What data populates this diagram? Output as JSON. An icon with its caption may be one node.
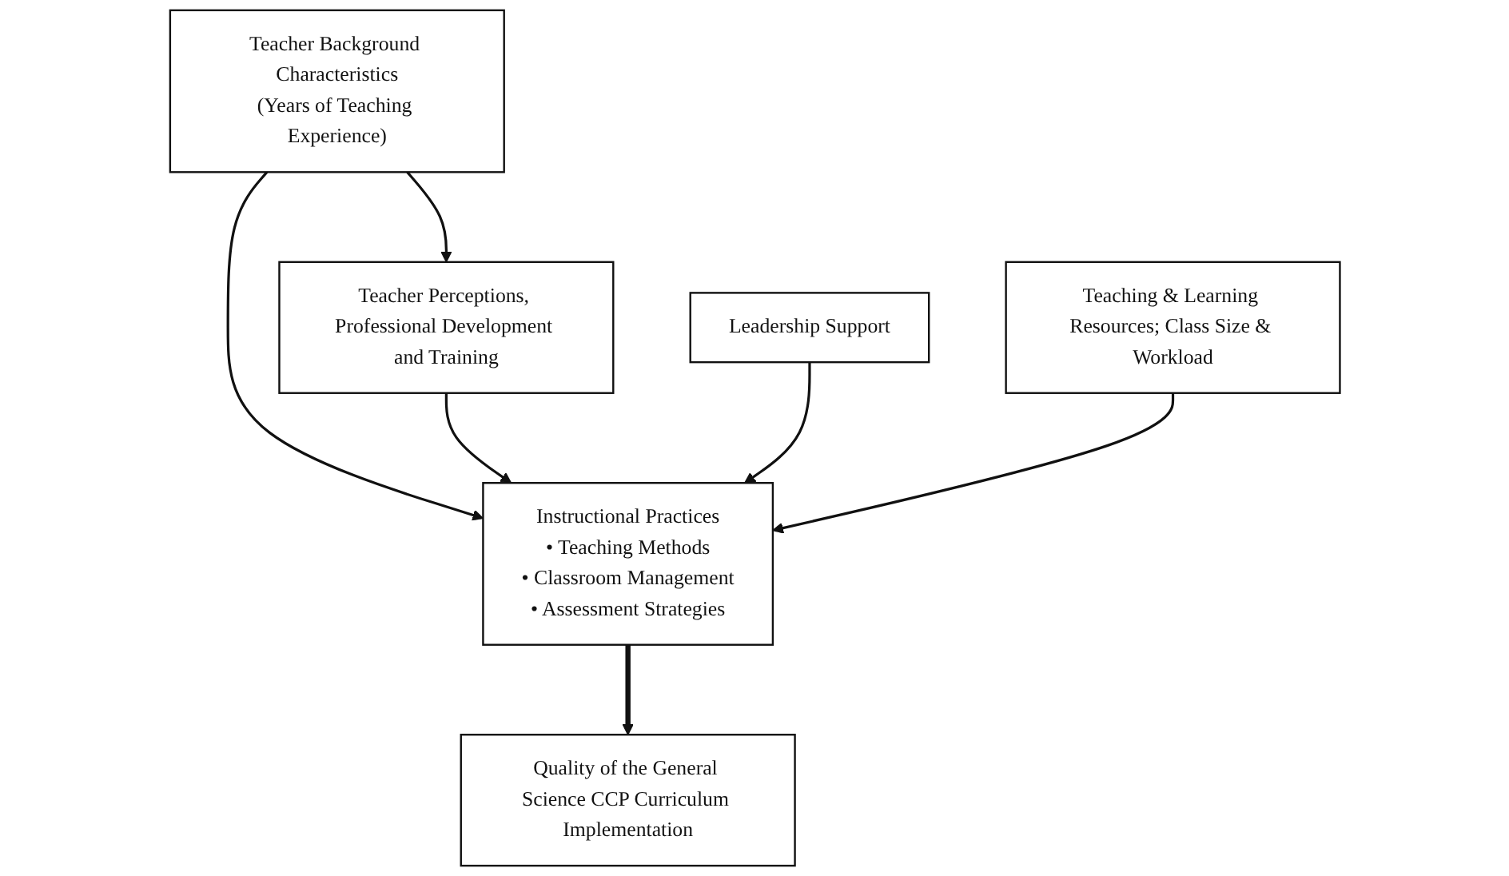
{
  "diagram": {
    "nodes": [
      {
        "text": [
          "Teacher Background Characteristics",
          "(Years of Teaching Experience)"
        ]
      },
      {
        "text": [
          "Teacher Perceptions, Professional Development and Training"
        ]
      },
      {
        "text": [
          "Instructional Practices",
          "• Teaching Methods",
          "• Classroom Management",
          "• Assessment Strategies"
        ]
      },
      {
        "text": [
          "Leadership Support"
        ]
      },
      {
        "text": [
          "Teaching & Learning Resources; Class Size & Workload"
        ]
      },
      {
        "text": [
          "Quality of the General Science CCP Curriculum Implementation"
        ]
      }
    ],
    "edges": [
      {
        "from": 0,
        "to": 1,
        "arrow": "to"
      },
      {
        "from": 0,
        "to": 2,
        "arrow": "to"
      },
      {
        "from": 1,
        "to": 2,
        "arrow": "to"
      },
      {
        "from": 3,
        "to": 2,
        "arrow": "to"
      },
      {
        "from": 4,
        "to": 2,
        "arrow": "to"
      },
      {
        "from": 2,
        "to": 5,
        "arrow": "to",
        "style": "thick"
      }
    ]
  }
}
